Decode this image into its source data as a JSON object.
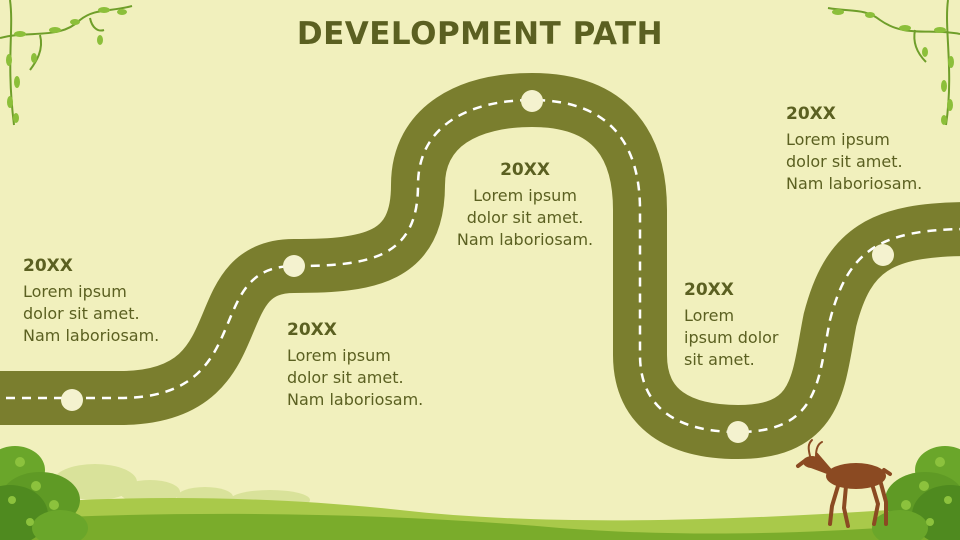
{
  "slide": {
    "title": "DEVELOPMENT PATH",
    "milestones": [
      {
        "year": "20XX",
        "lines": [
          "Lorem ipsum",
          "dolor sit amet.",
          "Nam laboriosam."
        ]
      },
      {
        "year": "20XX",
        "lines": [
          "Lorem ipsum",
          "dolor sit amet.",
          "Nam laboriosam."
        ]
      },
      {
        "year": "20XX",
        "lines": [
          "Lorem ipsum",
          "dolor sit amet.",
          "Nam laboriosam."
        ]
      },
      {
        "year": "20XX",
        "lines": [
          "Lorem",
          "ipsum dolor",
          "sit amet."
        ]
      },
      {
        "year": "20XX",
        "lines": [
          "Lorem ipsum",
          "dolor sit amet.",
          "Nam laboriosam."
        ]
      }
    ]
  },
  "colors": {
    "background": "#f1f0bd",
    "road": "#7a7e2e",
    "title_text": "#5b6021",
    "grass": "#7aac2b",
    "bush": "#5f9a25",
    "deer": "#8b4a22"
  },
  "icons": [
    "vine-icon",
    "bush-icon",
    "deer-icon",
    "milestone-marker-icon"
  ]
}
